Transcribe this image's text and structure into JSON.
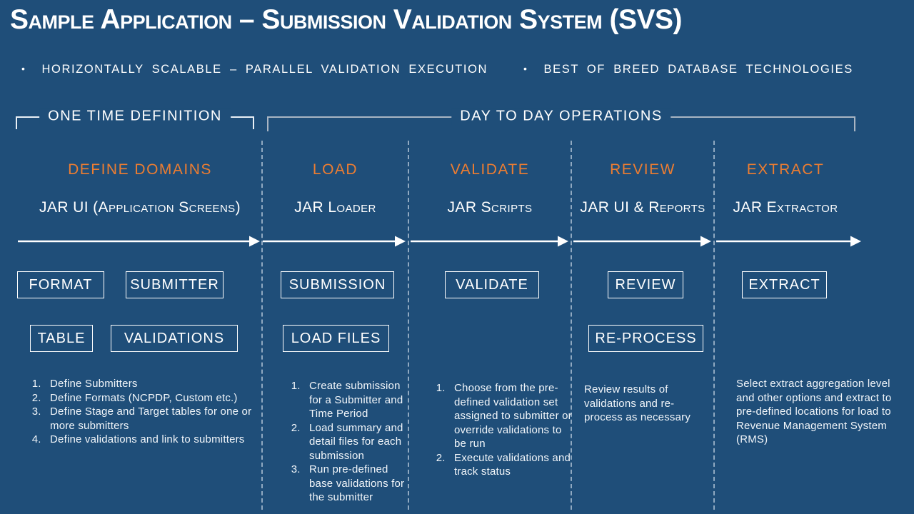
{
  "slide": {
    "title": "Sample Application – Submission Validation System (SVS)",
    "bullet_char": "•",
    "bullets": [
      "HORIZONTALLY SCALABLE – PARALLEL VALIDATION EXECUTION",
      "BEST OF BREED DATABASE TECHNOLOGIES"
    ]
  },
  "phases": {
    "one_time": "ONE TIME DEFINITION",
    "day_to_day": "DAY TO DAY OPERATIONS"
  },
  "columns": [
    {
      "heading": "DEFINE DOMAINS",
      "tool": "JAR UI (Application Screens)",
      "boxes": [
        "FORMAT",
        "SUBMITTER",
        "TABLE",
        "VALIDATIONS"
      ],
      "steps": [
        "Define Submitters",
        "Define Formats (NCPDP, Custom etc.)",
        "Define Stage and Target tables for one or more submitters",
        "Define validations and link to submitters"
      ]
    },
    {
      "heading": "LOAD",
      "tool": "JAR Loader",
      "boxes": [
        "SUBMISSION",
        "LOAD FILES"
      ],
      "steps": [
        "Create submission for a Submitter and Time Period",
        "Load summary and detail files for each submission",
        "Run pre-defined base validations for the submitter"
      ]
    },
    {
      "heading": "VALIDATE",
      "tool": "JAR Scripts",
      "boxes": [
        "VALIDATE"
      ],
      "steps": [
        "Choose from the pre-defined validation set assigned to submitter or override validations to be run",
        "Execute validations and track status"
      ]
    },
    {
      "heading": "REVIEW",
      "tool": "JAR UI & Reports",
      "boxes": [
        "REVIEW",
        "RE-PROCESS"
      ],
      "note": "Review results of validations and re-process as necessary"
    },
    {
      "heading": "EXTRACT",
      "tool": "JAR Extractor",
      "boxes": [
        "EXTRACT"
      ],
      "note": "Select extract aggregation level and other options and extract to pre-defined locations for load to Revenue Management System (RMS)"
    }
  ],
  "colors": {
    "background": "#1F4E79",
    "accent_orange": "#ED7D31",
    "text_white": "#FFFFFF",
    "bracket_gray": "#A9B5C3"
  }
}
